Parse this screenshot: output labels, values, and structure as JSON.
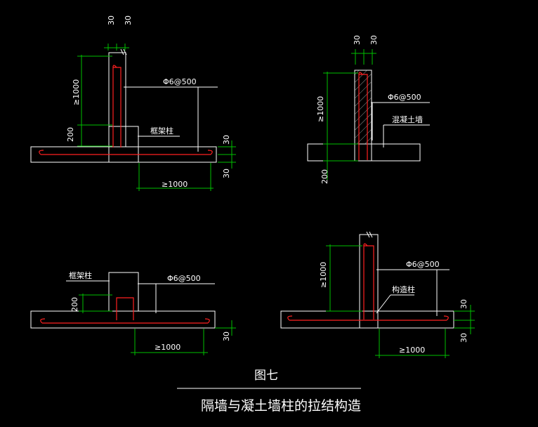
{
  "figure_number": "图七",
  "figure_title": "隔墙与凝土墙柱的拉结构造",
  "dim_30": "30",
  "dim_200": "200",
  "dim_ge1000": "≥1000",
  "rebar_spec": "Φ6@500",
  "label_frame_column": "框架柱",
  "label_concrete_wall": "混凝土墙",
  "label_constructional_column": "构造柱",
  "colors": {
    "background": "#000000",
    "linework": "#ffffff",
    "dimension": "#00c000",
    "rebar": "#ff2020"
  }
}
